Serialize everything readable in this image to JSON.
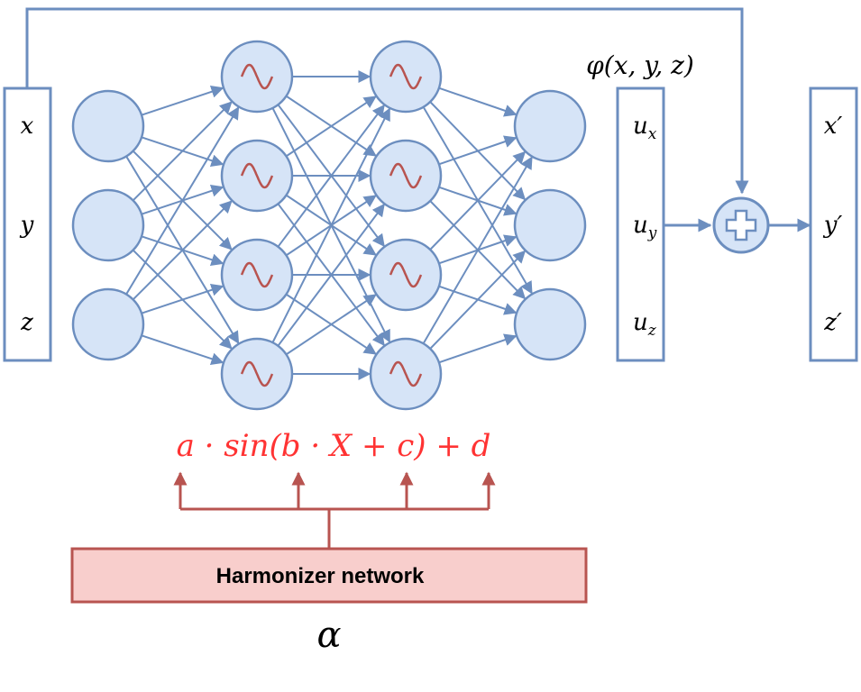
{
  "input_vector": [
    "x",
    "y",
    "z"
  ],
  "output_field_label": "φ(x, y, z)",
  "displacement_vector": [
    {
      "base": "u",
      "sub": "x"
    },
    {
      "base": "u",
      "sub": "y"
    },
    {
      "base": "u",
      "sub": "z"
    }
  ],
  "result_vector": [
    "x′",
    "y′",
    "z′"
  ],
  "activation_formula": "a · sin(b · X + c) + d",
  "harmonizer_label": "Harmonizer network",
  "harmonizer_output_symbol": "α",
  "colors": {
    "node_fill": "#d6e4f7",
    "node_stroke": "#6c8ebf",
    "activation_curve": "#b85450",
    "formula_text": "#ff3333",
    "harmonizer_fill": "#f8cecc",
    "harmonizer_stroke": "#b85450"
  },
  "icons": {
    "activation": "sine-wave-icon",
    "sum": "plus-icon"
  }
}
